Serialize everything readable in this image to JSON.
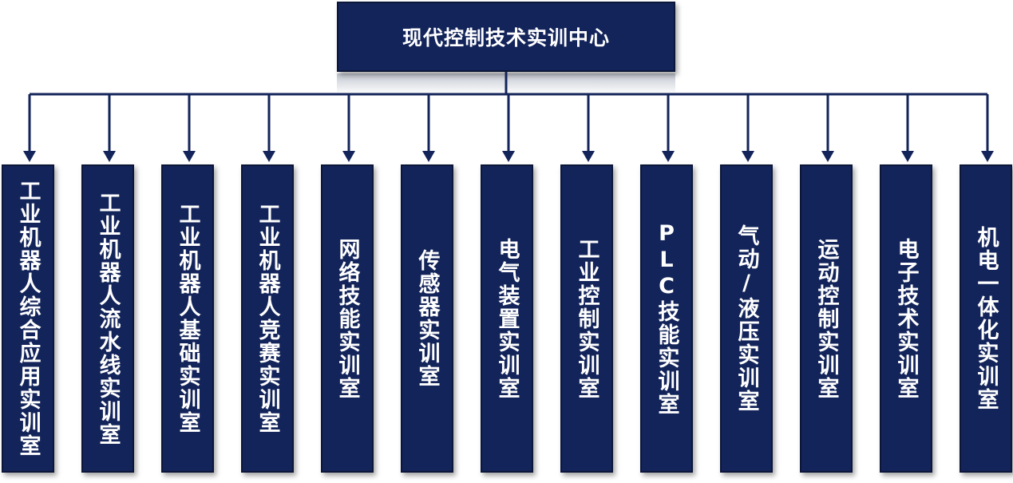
{
  "root": {
    "label": "现代控制技术实训中心"
  },
  "children": [
    {
      "label": "工业机器人综合应用实训室"
    },
    {
      "label": "工业机器人流水线实训室"
    },
    {
      "label": "工业机器人基础实训室"
    },
    {
      "label": "工业机器人竞赛实训室"
    },
    {
      "label": "网络技能实训室"
    },
    {
      "label": "传感器实训室"
    },
    {
      "label": "电气装置实训室"
    },
    {
      "label": "工业控制实训室"
    },
    {
      "label": "PLC技能实训室"
    },
    {
      "label": "气动/液压实训室"
    },
    {
      "label": "运动控制实训室"
    },
    {
      "label": "电子技术实训室"
    },
    {
      "label": "机电一体化实训室"
    }
  ],
  "colors": {
    "box_fill": "#13245a",
    "box_border": "#0b1638",
    "connector": "#13245a",
    "text": "#ffffff"
  }
}
